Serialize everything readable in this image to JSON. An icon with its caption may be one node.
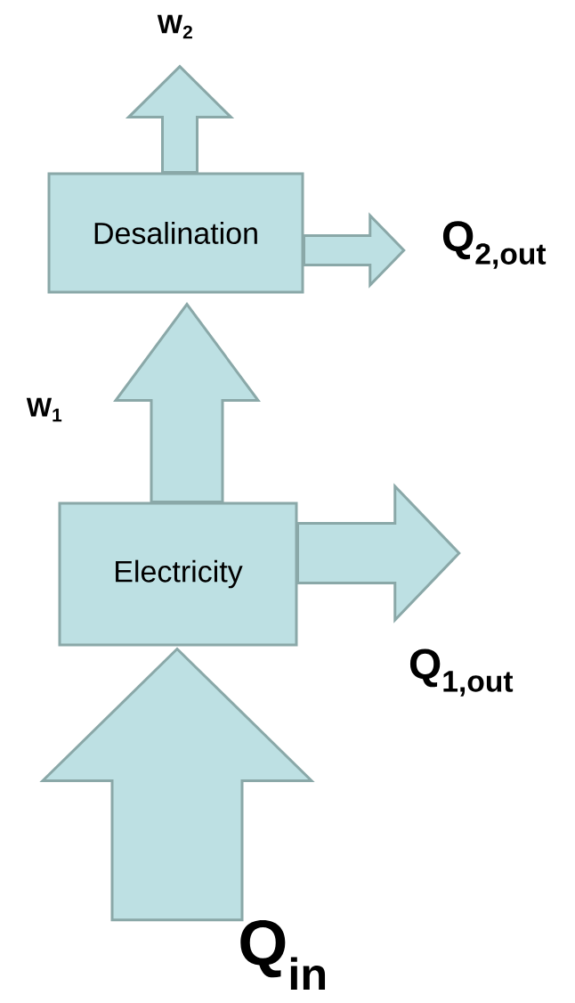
{
  "diagram": {
    "nodes": [
      {
        "text": [
          "W$_{2}$"
        ]
      },
      {
        "text": [
          "Desalination"
        ]
      },
      {
        "text": [
          "Q$_{2,out}$"
        ]
      },
      {
        "text": [
          "Electricity"
        ]
      },
      {
        "text": [
          "Q$_{1,out}$"
        ]
      },
      {
        "text": [
          "Q$_{in}$"
        ]
      }
    ],
    "edges": [
      {
        "from": 1,
        "to": 0,
        "arrow": "to"
      },
      {
        "from": 1,
        "to": 2,
        "arrow": "to"
      },
      {
        "from": 3,
        "to": 1,
        "arrow": "to",
        "label": "W$_{1}$"
      },
      {
        "from": 3,
        "to": 4,
        "arrow": "to"
      },
      {
        "from": 5,
        "to": 3,
        "arrow": "to"
      }
    ]
  }
}
